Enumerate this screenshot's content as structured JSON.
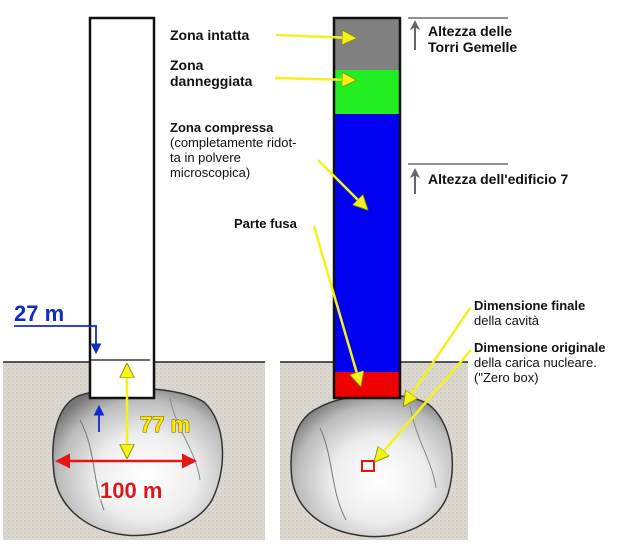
{
  "colors": {
    "ground": "#ddd9d1",
    "zone_intact": "#808080",
    "zone_damaged": "#22ee22",
    "zone_compressed": "#0000f0",
    "zone_melted": "#ee0000",
    "arrow_yellow": "#f3f21a",
    "label_blue": "#0f2bd0",
    "label_red": "#e31616",
    "label_yellow": "#ffe800"
  },
  "left": {
    "depth_label": "27 m",
    "length_label": "77 m",
    "width_label": "100 m"
  },
  "right": {
    "labels": {
      "intact": "Zona intatta",
      "damaged_1": "Zona",
      "damaged_2": "danneggiata",
      "compressed_1": "Zona compressa",
      "compressed_2": "(completamente ridot-",
      "compressed_3": "ta in polvere",
      "compressed_4": "microscopica)",
      "melted": "Parte fusa",
      "twin_towers_1": "Altezza delle",
      "twin_towers_2": "Torri Gemelle",
      "building7": "Altezza dell'edificio 7",
      "cavity_1": "Dimensione finale",
      "cavity_2": "della cavità",
      "charge_1": "Dimensione originale",
      "charge_2": "della carica nucleare.",
      "charge_3": "(\"Zero box)"
    }
  }
}
